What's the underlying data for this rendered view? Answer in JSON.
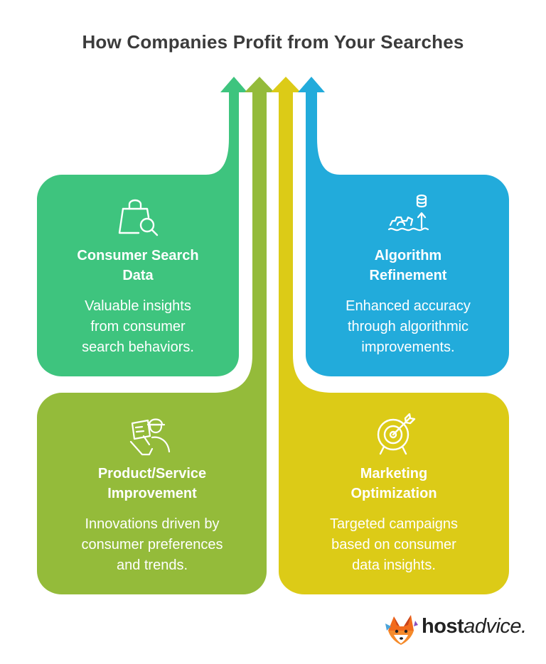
{
  "title": "How Companies Profit from Your Searches",
  "colors": {
    "green": "#3ec47e",
    "blue": "#22abdb",
    "olive": "#94bb3a",
    "yellow": "#dccb17",
    "title": "#3b3b3b"
  },
  "cards": [
    {
      "id": "consumer-search-data",
      "icon": "shopping-bag-search-icon",
      "title_line1": "Consumer Search",
      "title_line2": "Data",
      "desc_line1": "Valuable insights",
      "desc_line2": "from consumer",
      "desc_line3": "search behaviors."
    },
    {
      "id": "algorithm-refinement",
      "icon": "database-gear-icon",
      "title_line1": "Algorithm",
      "title_line2": "Refinement",
      "desc_line1": "Enhanced accuracy",
      "desc_line2": "through algorithmic",
      "desc_line3": "improvements."
    },
    {
      "id": "product-service-improvement",
      "icon": "worker-checklist-icon",
      "title_line1": "Product/Service",
      "title_line2": "Improvement",
      "desc_line1": "Innovations driven by",
      "desc_line2": "consumer preferences",
      "desc_line3": "and trends."
    },
    {
      "id": "marketing-optimization",
      "icon": "target-arrow-icon",
      "title_line1": "Marketing",
      "title_line2": "Optimization",
      "desc_line1": "Targeted campaigns",
      "desc_line2": "based on consumer",
      "desc_line3": "data insights."
    }
  ],
  "logo": {
    "icon": "fox-mascot-icon",
    "bold_part": "host",
    "italic_part": "advice."
  }
}
